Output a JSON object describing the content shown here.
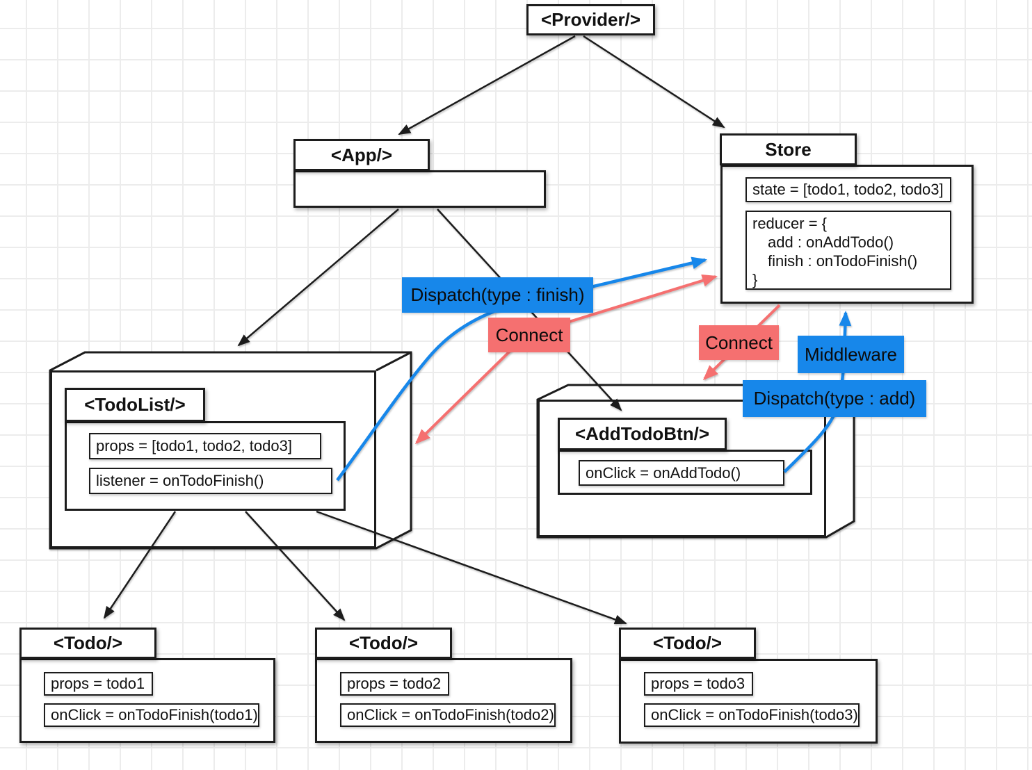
{
  "provider": {
    "title": "<Provider/>"
  },
  "app": {
    "title": "<App/>"
  },
  "store": {
    "title": "Store",
    "state_line": "state = [todo1, todo2, todo3]",
    "reducer_lines": [
      "reducer = {",
      "add : onAddTodo()",
      "finish : onTodoFinish()",
      "}"
    ]
  },
  "todo_list": {
    "title": "<TodoList/>",
    "props_line": "props = [todo1, todo2, todo3]",
    "listener_line": "listener = onTodoFinish()"
  },
  "add_todo_btn": {
    "title": "<AddTodoBtn/>",
    "onclick_line": "onClick = onAddTodo()"
  },
  "todos": [
    {
      "title": "<Todo/>",
      "props_line": "props = todo1",
      "onclick_line": "onClick = onTodoFinish(todo1)"
    },
    {
      "title": "<Todo/>",
      "props_line": "props = todo2",
      "onclick_line": "onClick = onTodoFinish(todo2)"
    },
    {
      "title": "<Todo/>",
      "props_line": "props = todo3",
      "onclick_line": "onClick = onTodoFinish(todo3)"
    }
  ],
  "labels": {
    "dispatch_finish": "Dispatch(type : finish)",
    "connect_left": "Connect",
    "connect_right": "Connect",
    "middleware": "Middleware",
    "dispatch_add": "Dispatch(type : add)"
  },
  "colors": {
    "dispatch_blue": "#1787ea",
    "connect_red": "#f57070",
    "line_black": "#1c1c1c"
  }
}
